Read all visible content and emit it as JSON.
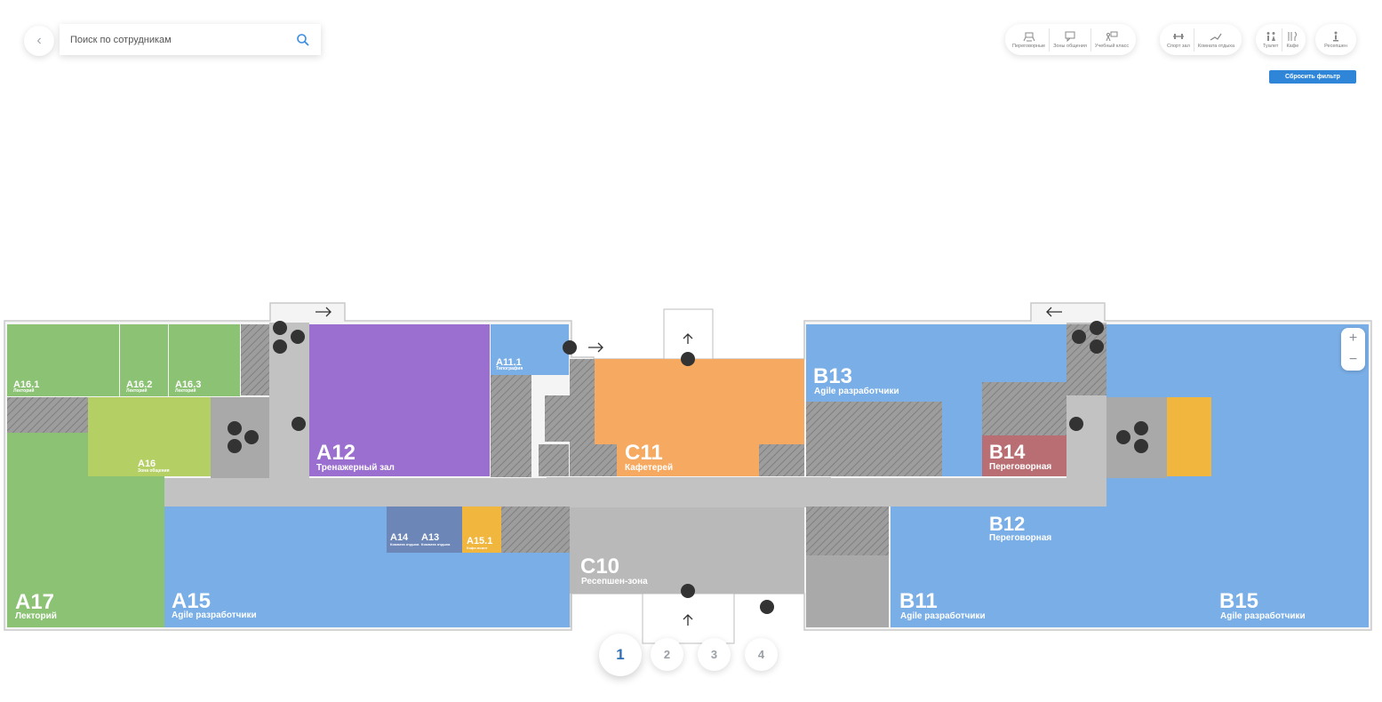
{
  "search": {
    "placeholder": "Поиск по сотрудникам"
  },
  "filters": {
    "group1": [
      {
        "icon": "meeting-room-icon",
        "label": "Переговорные"
      },
      {
        "icon": "chat-zone-icon",
        "label": "Зоны общения"
      },
      {
        "icon": "classroom-icon",
        "label": "Учебный класс"
      }
    ],
    "group2": [
      {
        "icon": "gym-icon",
        "label": "Спорт зал"
      },
      {
        "icon": "rest-room-icon",
        "label": "Комната отдыха"
      }
    ],
    "group3": [
      {
        "icon": "toilet-icon",
        "label": "Туалет"
      },
      {
        "icon": "cafe-icon",
        "label": "Кафе"
      }
    ],
    "group4": [
      {
        "icon": "reception-icon",
        "label": "Ресепшен"
      }
    ]
  },
  "reset_label": "Сбросить фильтр",
  "zoom": {
    "plus": "+",
    "minus": "−"
  },
  "floors": [
    "1",
    "2",
    "3",
    "4"
  ],
  "active_floor": "1",
  "colors": {
    "blue": "#7aaee6",
    "green": "#8bc274",
    "lightgreen": "#b4cf63",
    "purple": "#9a6fcf",
    "orange": "#f6a960",
    "grey": "#b9b9b9",
    "red": "#b86e72",
    "yellow": "#f0b63e",
    "navy": "#6d86b8"
  },
  "rooms": {
    "A17": {
      "code": "A17",
      "name": "Лекторий"
    },
    "A16_1": {
      "code": "A16.1",
      "name": "Лекторий"
    },
    "A16_2": {
      "code": "A16.2",
      "name": "Лекторий"
    },
    "A16_3": {
      "code": "A16.3",
      "name": "Лекторий"
    },
    "A16": {
      "code": "A16",
      "name": "Зона общения"
    },
    "A15": {
      "code": "A15",
      "name": "Agile разработчики"
    },
    "A14": {
      "code": "A14",
      "name": "Комната отдыха"
    },
    "A13": {
      "code": "A13",
      "name": "Комната отдыха"
    },
    "A15_1": {
      "code": "A15.1",
      "name": "Кофе-поинт"
    },
    "A12": {
      "code": "A12",
      "name": "Тренажерный зал"
    },
    "A11_1": {
      "code": "A11.1",
      "name": "Типография"
    },
    "C11": {
      "code": "C11",
      "name": "Кафетерей"
    },
    "C10": {
      "code": "C10",
      "name": "Ресепшен-зона"
    },
    "B13": {
      "code": "B13",
      "name": "Agile разработчики"
    },
    "B14": {
      "code": "B14",
      "name": "Переговорная"
    },
    "B12": {
      "code": "B12",
      "name": "Переговорная"
    },
    "B11": {
      "code": "B11",
      "name": "Agile разработчики"
    },
    "B15": {
      "code": "B15",
      "name": "Agile разработчики"
    }
  }
}
